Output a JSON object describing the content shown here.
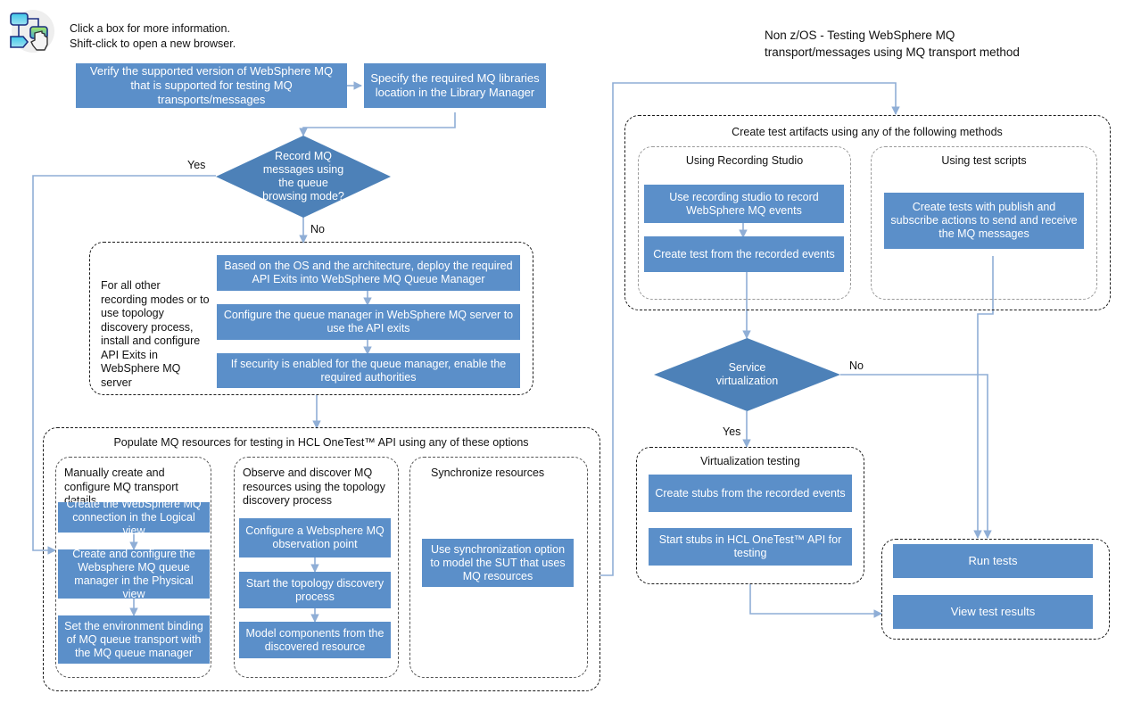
{
  "hint": {
    "icon": "flowchart-click-icon",
    "line1": "Click a box for more information.",
    "line2": "Shift-click to open a new browser."
  },
  "title": {
    "line1": "Non z/OS - Testing WebSphere MQ",
    "line2": "transport/messages using MQ transport method"
  },
  "colors": {
    "process_fill": "#5b8fc9",
    "process_text": "#ffffff",
    "connector": "#8faed6",
    "group_border": "#1a1a1a",
    "page_bg": "#ffffff"
  },
  "left": {
    "step_verify": "Verify the supported version of WebSphere MQ that is supported for testing MQ transports/messages",
    "step_libraries": "Specify the required  MQ libraries location in the Library Manager",
    "decision_record": "Record MQ\nmessages using\nthe queue\nbrowsing mode?",
    "decision_yes": "Yes",
    "decision_no": "No",
    "api_exits_group": {
      "side_note": "For all other recording modes or to use topology discovery process, install and configure API Exits in WebSphere MQ server",
      "steps": [
        "Based on the OS and the architecture, deploy the required API Exits into WebSphere MQ Queue Manager",
        "Configure the queue manager in WebSphere MQ server to use the API exits",
        "If security is enabled for the queue manager, enable the required authorities"
      ]
    },
    "populate_group": {
      "title": "Populate MQ resources for testing in HCL OneTest™ API using any of these options",
      "columns": [
        {
          "title": "Manually create and configure MQ transport details",
          "steps": [
            "Create the WebSphere MQ connection in the Logical view",
            "Create and configure the Websphere MQ queue manager in the Physical view",
            "Set the environment binding of MQ queue transport with the MQ queue manager"
          ]
        },
        {
          "title": "Observe and discover MQ resources using the topology discovery process",
          "steps": [
            "Configure a Websphere MQ observation point",
            "Start the topology discovery process",
            "Model components from the discovered resource"
          ]
        },
        {
          "title": "Synchronize resources",
          "steps": [
            "Use synchronization option to model the SUT that uses MQ resources"
          ]
        }
      ]
    }
  },
  "right": {
    "artifacts_group": {
      "title": "Create test artifacts using any of the following methods",
      "columns": [
        {
          "title": "Using Recording Studio",
          "steps": [
            "Use recording studio to record WebSphere MQ events",
            "Create test from the recorded events"
          ]
        },
        {
          "title": "Using test scripts",
          "steps": [
            "Create tests with publish and subscribe actions to send and receive the MQ messages"
          ]
        }
      ]
    },
    "decision_virtualization": "Service\nvirtualization",
    "decision_yes": "Yes",
    "decision_no": "No",
    "virtualization_group": {
      "title": "Virtualization testing",
      "steps": [
        "Create stubs from the recorded events",
        "Start stubs in HCL OneTest™ API for testing"
      ]
    },
    "run_group": {
      "steps": [
        "Run tests",
        "View test results"
      ]
    }
  }
}
